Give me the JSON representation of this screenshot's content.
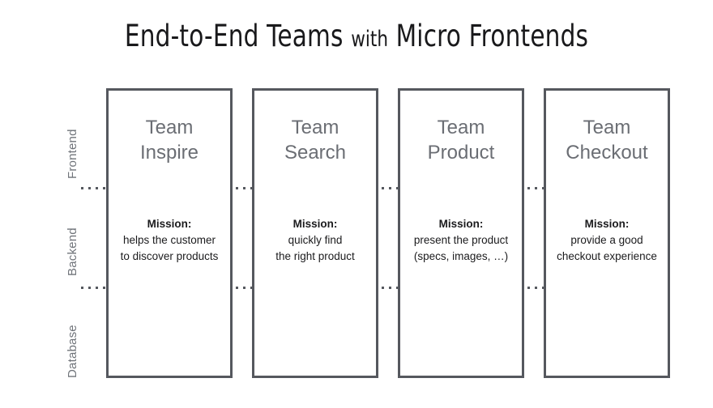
{
  "title": {
    "part1": "End-to-End Teams",
    "part2": "with",
    "part3": "Micro Frontends",
    "full": "End-to-End Teams with Micro Frontends"
  },
  "layers": [
    {
      "key": "frontend",
      "label": "Frontend"
    },
    {
      "key": "backend",
      "label": "Backend"
    },
    {
      "key": "database",
      "label": "Database"
    }
  ],
  "mission_heading": "Mission:",
  "teams": [
    {
      "name_line1": "Team",
      "name_line2": "Inspire",
      "mission_line1": "helps the customer",
      "mission_line2": "to discover products"
    },
    {
      "name_line1": "Team",
      "name_line2": "Search",
      "mission_line1": "quickly find",
      "mission_line2": "the right product"
    },
    {
      "name_line1": "Team",
      "name_line2": "Product",
      "mission_line1": "present the product",
      "mission_line2": "(specs, images, …)"
    },
    {
      "name_line1": "Team",
      "name_line2": "Checkout",
      "mission_line1": "provide a good",
      "mission_line2": "checkout experience"
    }
  ],
  "colors": {
    "background": "#ffffff",
    "box_border": "#55585e",
    "team_title": "#6b6e74",
    "layer_label": "#70747a",
    "body_text": "#1b1b1d",
    "title_text": "#19191b",
    "dot": "#55585e"
  }
}
